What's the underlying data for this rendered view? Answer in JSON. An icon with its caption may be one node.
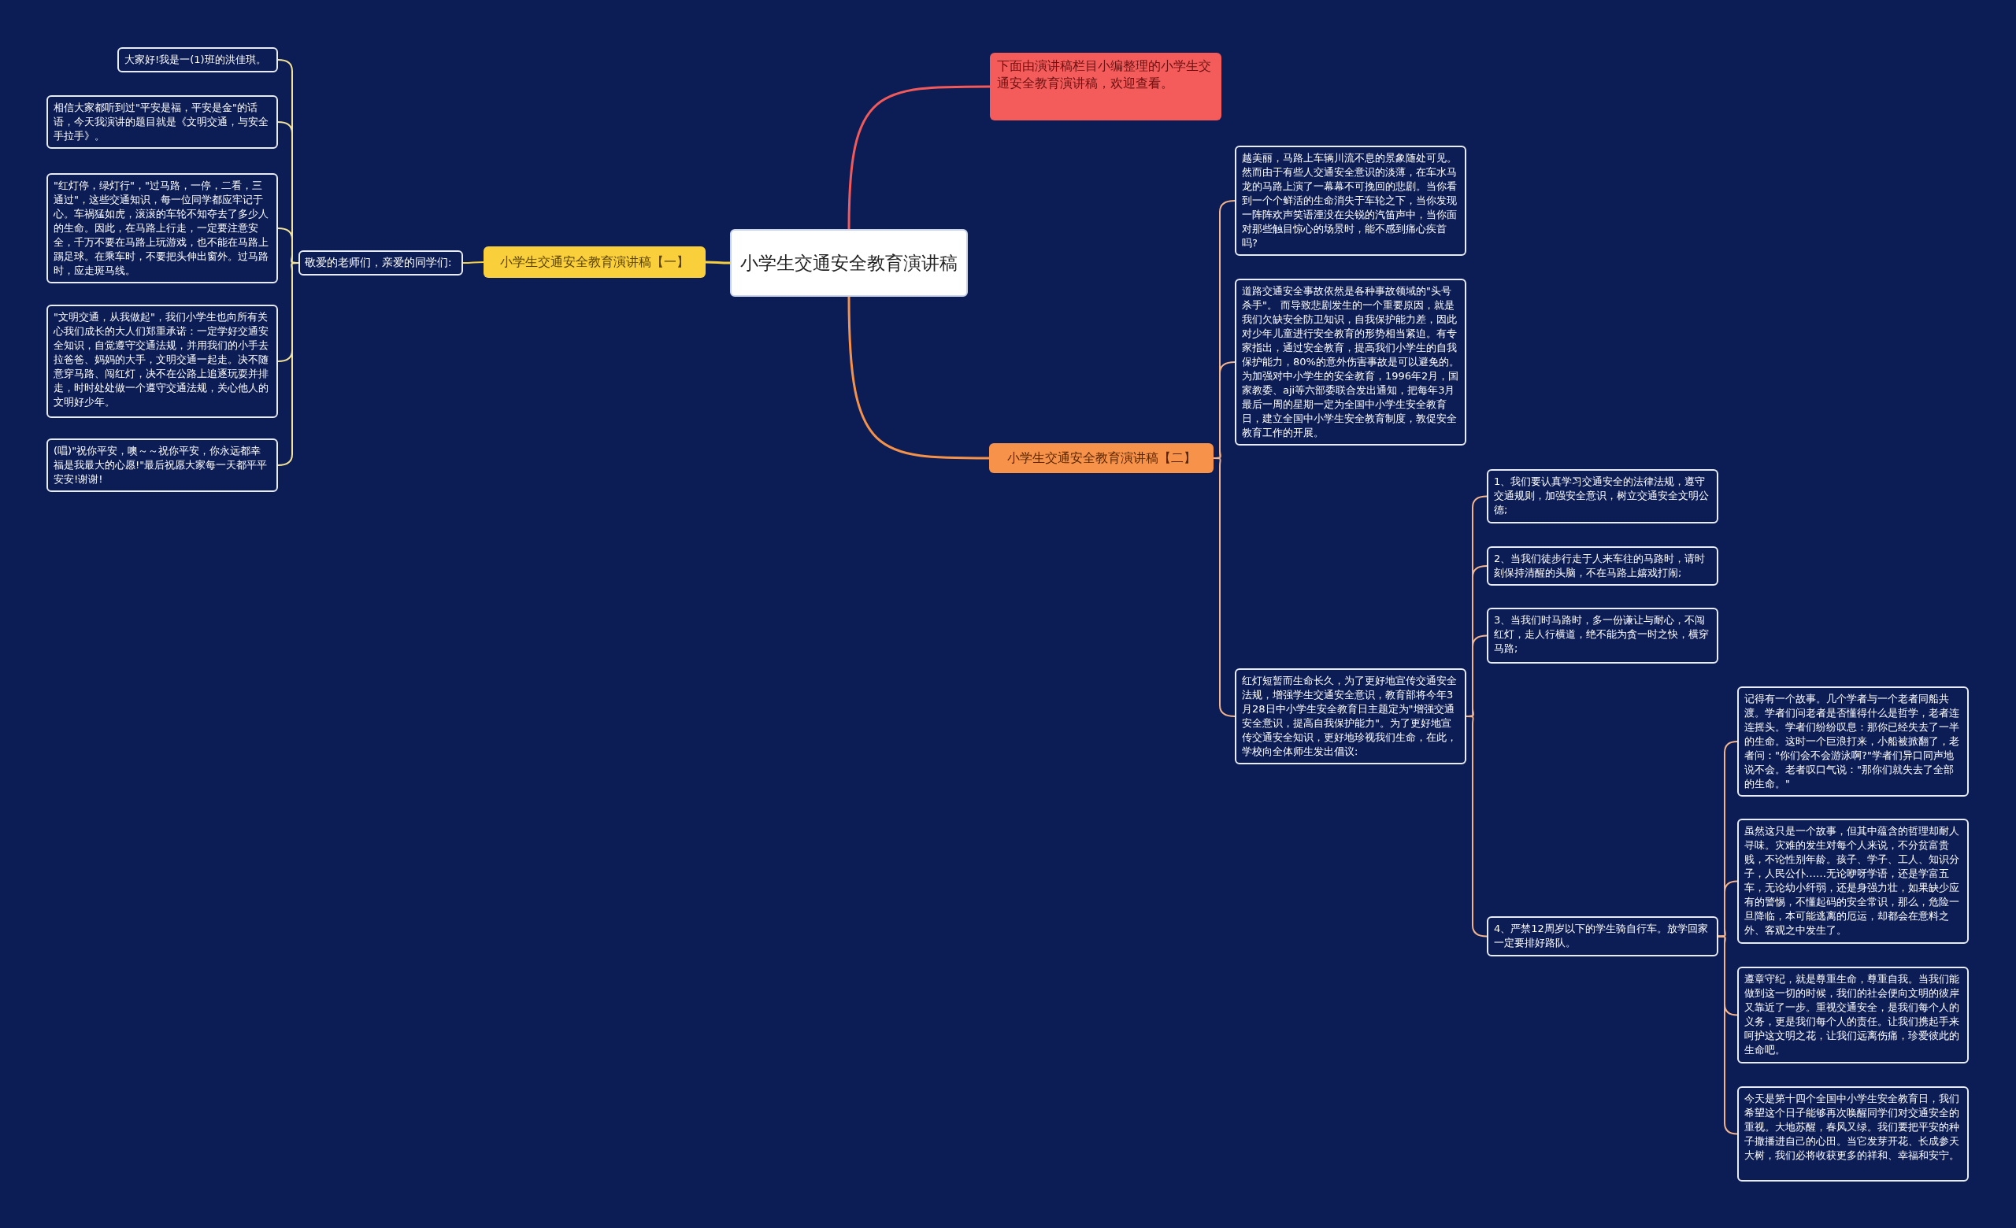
{
  "diagram": {
    "nodes": [
      {
        "text": [
          "小学生交通安全教育演讲稿"
        ]
      },
      {
        "text": [
          "下面由演讲稿栏目小编整理的小学生交通安全教育演讲稿，欢迎查看。"
        ]
      },
      {
        "text": [
          "小学生交通安全教育演讲稿【一】"
        ]
      },
      {
        "text": [
          "敬爱的老师们，亲爱的同学们:"
        ]
      },
      {
        "text": [
          "大家好!我是一(1)班的洪佳琪。"
        ]
      },
      {
        "text": [
          "相信大家都听到过\"平安是福，平安是金\"的话语，今天我演讲的题目就是《文明交通，与安全手拉手》。"
        ]
      },
      {
        "text": [
          "\"红灯停，绿灯行\"，\"过马路，一停，二看，三通过\"，这些交通知识，每一位同学都应牢记于心。车祸猛如虎，滚滚的车轮不知夺去了多少人的生命。因此，在马路上行走，一定要注意安全，千万不要在马路上玩游戏，也不能在马路上踢足球。在乘车时，不要把头伸出窗外。过马路时，应走斑马线。"
        ]
      },
      {
        "text": [
          "\"文明交通，从我做起\"，我们小学生也向所有关心我们成长的大人们郑重承诺：一定学好交通安全知识，自觉遵守交通法规，并用我们的小手去拉爸爸、妈妈的大手，文明交通一起走。决不随意穿马路、闯红灯，决不在公路上追逐玩耍并排走，时时处处做一个遵守交通法规，关心他人的文明好少年。"
        ]
      },
      {
        "text": [
          "(唱)\"祝你平安，噢～～祝你平安，你永远都幸福是我最大的心愿!\"最后祝愿大家每一天都平平安安!谢谢!"
        ]
      },
      {
        "text": [
          "小学生交通安全教育演讲稿【二】"
        ]
      },
      {
        "text": [
          "越美丽，马路上车辆川流不息的景象随处可见。然而由于有些人交通安全意识的淡薄，在车水马龙的马路上演了一幕幕不可挽回的悲剧。当你看到一个个鲜活的生命消失于车轮之下，当你发现一阵阵欢声笑语湮没在尖锐的汽笛声中，当你面对那些触目惊心的场景时，能不感到痛心疾首吗?"
        ]
      },
      {
        "text": [
          "道路交通安全事故依然是各种事故领域的\"头号杀手\"。 而导致悲剧发生的一个重要原因，就是我们欠缺安全防卫知识，自我保护能力差，因此对少年儿童进行安全教育的形势相当紧迫。有专家指出，通过安全教育，提高我们小学生的自我保护能力，80%的意外伤害事故是可以避免的。为加强对中小学生的安全教育，1996年2月，国家教委、aji等六部委联合发出通知，把每年3月最后一周的星期一定为全国中小学生安全教育日，建立全国中小学生安全教育制度，敦促安全教育工作的开展。"
        ]
      },
      {
        "text": [
          "红灯短暂而生命长久，为了更好地宣传交通安全法规，增强学生交通安全意识，教育部将今年3月28日中小学生安全教育日主题定为\"增强交通安全意识，提高自我保护能力\"。为了更好地宣传交通安全知识，更好地珍视我们生命，在此，学校向全体师生发出倡议:"
        ]
      },
      {
        "text": [
          "1、我们要认真学习交通安全的法律法规，遵守交通规则，加强安全意识，树立交通安全文明公德;"
        ]
      },
      {
        "text": [
          "2、当我们徒步行走于人来车往的马路时，请时刻保持清醒的头脑，不在马路上嬉戏打闹;"
        ]
      },
      {
        "text": [
          "3、当我们时马路时，多一份谦让与耐心，不闯红灯，走人行横道，绝不能为贪一时之快，横穿马路;"
        ]
      },
      {
        "text": [
          "4、严禁12周岁以下的学生骑自行车。放学回家一定要排好路队。"
        ]
      },
      {
        "text": [
          "记得有一个故事。几个学者与一个老者同船共渡。学者们问老者是否懂得什么是哲学，老者连连摇头。学者们纷纷叹息：那你已经失去了一半的生命。这时一个巨浪打来，小船被掀翻了，老者问：\"你们会不会游泳啊?\"学者们异口同声地说不会。老者叹口气说：\"那你们就失去了全部的生命。\""
        ]
      },
      {
        "text": [
          "虽然这只是一个故事，但其中蕴含的哲理却耐人寻味。灾难的发生对每个人来说，不分贫富贵贱，不论性别年龄。孩子、学子、工人、知识分子，人民公仆……无论咿呀学语，还是学富五车，无论幼小纤弱，还是身强力壮，如果缺少应有的警惕，不懂起码的安全常识，那么，危险一旦降临，本可能逃离的厄运，却都会在意料之外、客观之中发生了。"
        ]
      },
      {
        "text": [
          "遵章守纪，就是尊重生命，尊重自我。当我们能做到这一切的时候，我们的社会便向文明的彼岸又靠近了一步。重视交通安全，是我们每个人的义务，更是我们每个人的责任。让我们携起手来呵护这文明之花，让我们远离伤痛，珍爱彼此的生命吧。"
        ]
      },
      {
        "text": [
          "今天是第十四个全国中小学生安全教育日，我们希望这个日子能够再次唤醒同学们对交通安全的重视。大地苏醒，春风又绿。我们要把平安的种子撒播进自己的心田。当它发芽开花、长成参天大树，我们必将收获更多的祥和、幸福和安宁。"
        ]
      }
    ],
    "edges": [
      {
        "from": 0,
        "to": 1,
        "arrow": "none",
        "color": "#f05a5a"
      },
      {
        "from": 0,
        "to": 2,
        "arrow": "none",
        "color": "#f5cf3f"
      },
      {
        "from": 0,
        "to": 9,
        "arrow": "none",
        "color": "#f5924a"
      },
      {
        "from": 2,
        "to": 3,
        "arrow": "none",
        "color": "#f5cf3f"
      },
      {
        "from": 3,
        "to": 4,
        "arrow": "none",
        "color": "#f3e39a"
      },
      {
        "from": 3,
        "to": 5,
        "arrow": "none",
        "color": "#f3e39a"
      },
      {
        "from": 3,
        "to": 6,
        "arrow": "none",
        "color": "#f3e39a"
      },
      {
        "from": 3,
        "to": 7,
        "arrow": "none",
        "color": "#f3e39a"
      },
      {
        "from": 3,
        "to": 8,
        "arrow": "none",
        "color": "#f3e39a"
      },
      {
        "from": 9,
        "to": 10,
        "arrow": "none"
      },
      {
        "from": 9,
        "to": 11,
        "arrow": "none"
      },
      {
        "from": 9,
        "to": 12,
        "arrow": "none"
      },
      {
        "from": 12,
        "to": 13,
        "arrow": "none"
      },
      {
        "from": 12,
        "to": 14,
        "arrow": "none"
      },
      {
        "from": 12,
        "to": 15,
        "arrow": "none"
      },
      {
        "from": 12,
        "to": 16,
        "arrow": "none"
      },
      {
        "from": 16,
        "to": 17,
        "arrow": "none"
      },
      {
        "from": 16,
        "to": 18,
        "arrow": "none"
      },
      {
        "from": 16,
        "to": 19,
        "arrow": "none"
      },
      {
        "from": 16,
        "to": 20,
        "arrow": "none"
      }
    ]
  }
}
